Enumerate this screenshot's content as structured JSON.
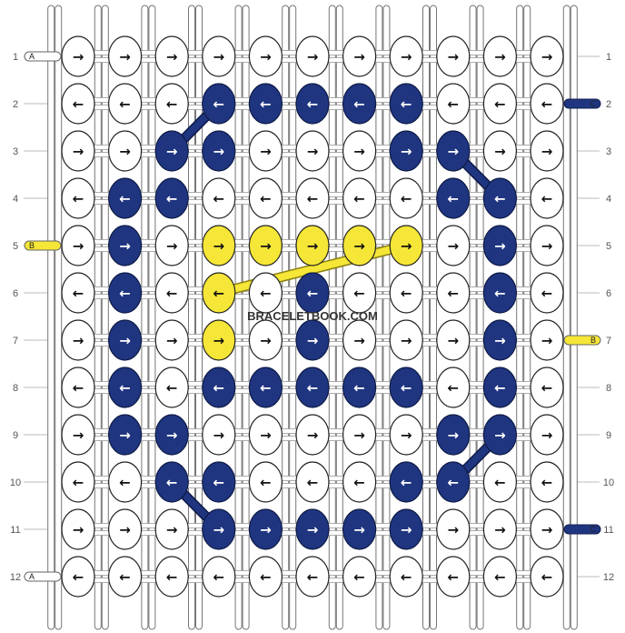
{
  "site_watermark": "BRACELETBOOK.COM",
  "colors": {
    "A": "#ffffff",
    "B": "#f5e637",
    "C": "#1f3580"
  },
  "row_labels": [
    "1",
    "2",
    "3",
    "4",
    "5",
    "6",
    "7",
    "8",
    "9",
    "10",
    "11",
    "12"
  ],
  "left_tags": [
    {
      "row": 1,
      "label": "A",
      "color": "A"
    },
    {
      "row": 5,
      "label": "B",
      "color": "B"
    },
    {
      "row": 12,
      "label": "A",
      "color": "A"
    }
  ],
  "right_tags": [
    {
      "row": 2,
      "label": "C",
      "color": "C"
    },
    {
      "row": 7,
      "label": "B",
      "color": "B"
    },
    {
      "row": 11,
      "label": "C",
      "color": "C"
    }
  ],
  "knots": [
    [
      "AR",
      "AR",
      "AR",
      "AR",
      "AR",
      "AR",
      "AR",
      "AR",
      "AR",
      "AR",
      "AR"
    ],
    [
      "AL",
      "AL",
      "AL",
      "CL",
      "CL",
      "CL",
      "CL",
      "CL",
      "AL",
      "AL",
      "AL"
    ],
    [
      "AR",
      "AR",
      "CR",
      "CR",
      "AR",
      "AR",
      "AR",
      "CR",
      "CR",
      "AR",
      "AR"
    ],
    [
      "AL",
      "CL",
      "CL",
      "AL",
      "AL",
      "AL",
      "AL",
      "AL",
      "CL",
      "CL",
      "AL"
    ],
    [
      "AR",
      "CR",
      "AR",
      "BR",
      "BR",
      "BR",
      "BR",
      "BR",
      "AR",
      "CR",
      "AR"
    ],
    [
      "AL",
      "CL",
      "AL",
      "BL",
      "AL",
      "CL",
      "AL",
      "AL",
      "AL",
      "CL",
      "AL"
    ],
    [
      "AR",
      "CR",
      "AR",
      "BR",
      "AR",
      "CR",
      "AR",
      "AR",
      "AR",
      "CR",
      "AR"
    ],
    [
      "AL",
      "CL",
      "AL",
      "CL",
      "CL",
      "CL",
      "CL",
      "CL",
      "AL",
      "CL",
      "AL"
    ],
    [
      "AR",
      "CR",
      "CR",
      "AR",
      "AR",
      "AR",
      "AR",
      "AR",
      "CR",
      "CR",
      "AR"
    ],
    [
      "AL",
      "AL",
      "CL",
      "CL",
      "AL",
      "AL",
      "AL",
      "CL",
      "CL",
      "AL",
      "AL"
    ],
    [
      "AR",
      "AR",
      "AR",
      "CR",
      "CR",
      "CR",
      "CR",
      "CR",
      "AR",
      "AR",
      "AR"
    ],
    [
      "AL",
      "AL",
      "AL",
      "AL",
      "AL",
      "AL",
      "AL",
      "AL",
      "AL",
      "AL",
      "AL"
    ]
  ],
  "connectors": [
    {
      "color": "C",
      "from": [
        2,
        4
      ],
      "to": [
        3,
        3
      ]
    },
    {
      "color": "C",
      "from": [
        3,
        9
      ],
      "to": [
        4,
        10
      ]
    },
    {
      "color": "B",
      "from": [
        5,
        8
      ],
      "to": [
        6,
        4
      ]
    },
    {
      "color": "C",
      "from": [
        9,
        10
      ],
      "to": [
        10,
        9
      ]
    },
    {
      "color": "C",
      "from": [
        10,
        3
      ],
      "to": [
        11,
        4
      ]
    }
  ]
}
